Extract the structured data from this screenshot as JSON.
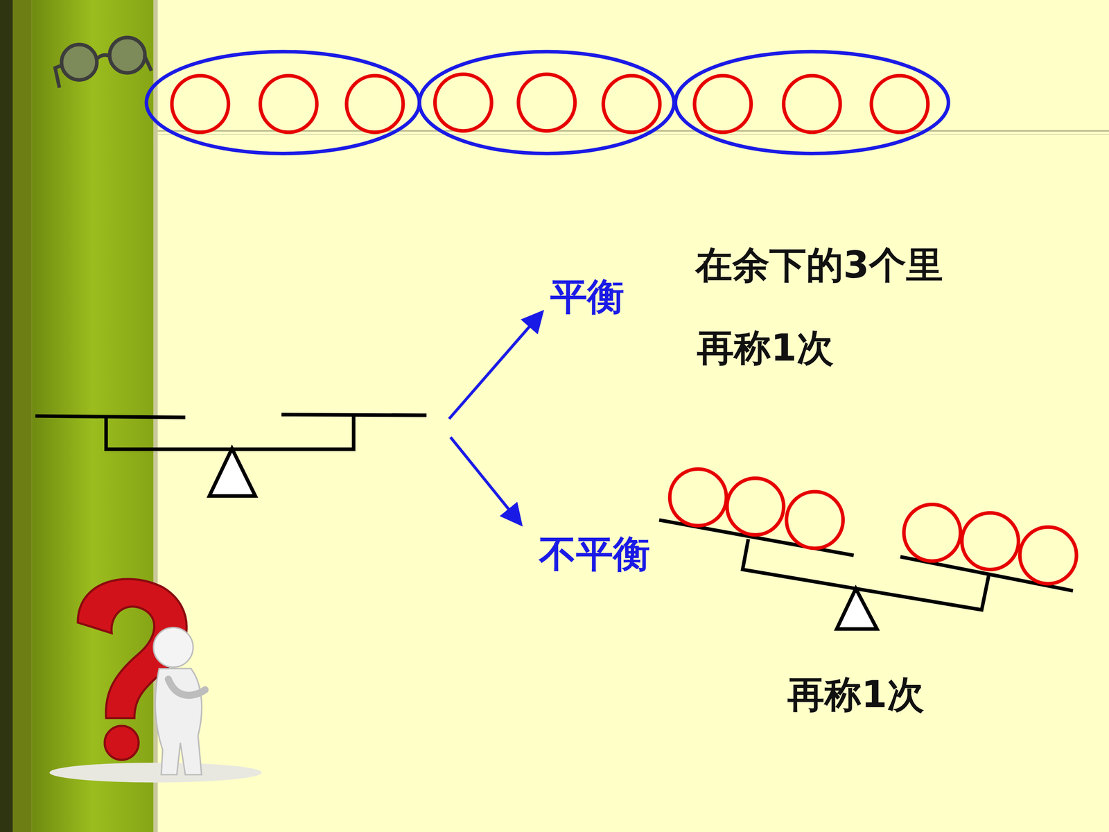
{
  "diagram": {
    "labels": [
      "在余下的3个里",
      "平衡",
      "再称1次",
      "不平衡",
      "再称1次"
    ]
  }
}
